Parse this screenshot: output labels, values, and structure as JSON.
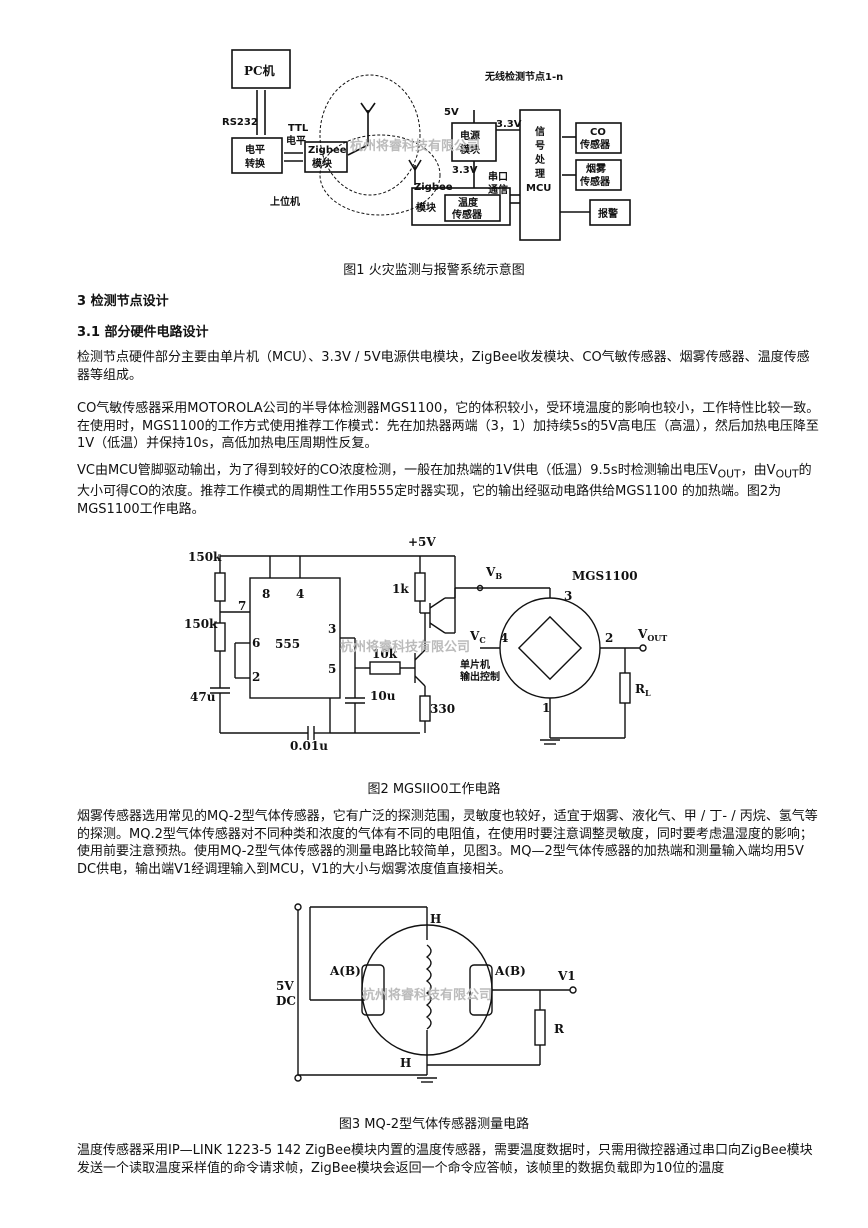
{
  "figure1": {
    "pc": "PC机",
    "rs232": "RS232",
    "ttl": "TTL",
    "level": "电平",
    "level_convert": [
      "电平",
      "转换"
    ],
    "zigbee": "Zigbee",
    "module": "模块",
    "host": "上位机",
    "node_title": "无线检测节点1-n",
    "v5": "5V",
    "v33a": "3.3V",
    "v33b": "3.3V",
    "power": [
      "电源",
      "模块"
    ],
    "signal": [
      "信",
      "号",
      "处",
      "理"
    ],
    "mcu": "MCU",
    "serial": [
      "串口",
      "通信"
    ],
    "temp": [
      "温度",
      "传感器"
    ],
    "zigbee_node": "Zigbee",
    "module_node": "模块",
    "co": [
      "CO",
      "传感器"
    ],
    "smoke": [
      "烟雾",
      "传感器"
    ],
    "alarm": "报警",
    "watermark": "杭州将睿科技有限公司"
  },
  "caption1": "图1 火灾监测与报警系统示意图",
  "h1": "3 检测节点设计",
  "h2": "3.1 部分硬件电路设计",
  "para1": "检测节点硬件部分主要由单片机（MCU）、3.3V / 5V电源供电模块，ZigBee收发模块、CO气敏传感器、烟雾传感器、温度传感器等组成。",
  "para2": "CO气敏传感器采用MOTOROLA公司的半导体检测器MGS1100，它的体积较小，受环境温度的影响也较小，工作特性比较一致。在使用时，MGS1100的工作方式使用推荐工作模式：先在加热器两端（3，1）加持续5s的5V高电压（高温），然后加热电压降至1V（低温）并保持10s，高低加热电压周期性反复。",
  "para3a": "VC由MCU管脚驱动输出，为了得到较好的CO浓度检测，一般在加热端的1V供电（低温）9.5s时检测输出电压V",
  "para3_sub": "OUT",
  "para3b": "，由V",
  "para3c": "的大小可得CO的浓度。推荐工作模式的周期性工作用555定时器实现，它的输出经驱动电路供给MGS1100 的加热端。图2为MGS1100工作电路。",
  "figure2": {
    "r1": "150k",
    "r2": "150k",
    "c1": "47u",
    "c2": "0.01u",
    "c3": "10u",
    "pin8": "8",
    "pin4": "4",
    "pin7": "7",
    "pin6": "6",
    "pin2": "2",
    "pin3": "3",
    "pin5": "5",
    "ic": "555",
    "r10k": "10k",
    "r1k": "1k",
    "r330": "330",
    "vplus": "+5V",
    "vb": "V",
    "vb_sub": "B",
    "vc": "V",
    "vc_sub": "C",
    "mgs": "MGS1100",
    "p3": "3",
    "p4": "4",
    "p2": "2",
    "p1": "1",
    "vout": "V",
    "vout_sub": "OUT",
    "rl": "R",
    "rl_sub": "L",
    "mcu_ctrl": [
      "单片机",
      "输出控制"
    ],
    "watermark": "杭州将睿科技有限公司"
  },
  "caption2": "图2 MGSIIO0工作电路",
  "para4": "烟雾传感器选用常见的MQ-2型气体传感器，它有广泛的探测范围，灵敏度也较好，适宜于烟雾、液化气、甲 / 丁- / 丙烷、氢气等的探测。MQ.2型气体传感器对不同种类和浓度的气体有不同的电阻值，在使用时要注意调整灵敏度，同时要考虑温湿度的影响；使用前要注意预热。使用MQ-2型气体传感器的测量电路比较简单，见图3。MQ—2型气体传感器的加热端和测量输入端均用5V DC供电，输出端V1经调理输入到MCU，V1的大小与烟雾浓度值直接相关。",
  "figure3": {
    "v5": "5V",
    "dc": "DC",
    "h_top": "H",
    "h_bot": "H",
    "ab_left": "A(B)",
    "ab_right": "A(B)",
    "v1": "V1",
    "r": "R",
    "watermark": "杭州将睿科技有限公司"
  },
  "caption3": "图3 MQ-2型气体传感器测量电路",
  "para5": "温度传感器采用IP—LINK 1223-5 142 ZigBee模块内置的温度传感器，需要温度数据时，只需用微控器通过串口向ZigBee模块发送一个读取温度采样值的命令请求帧，ZigBee模块会返回一个命令应答帧，该帧里的数据负载即为10位的温度"
}
